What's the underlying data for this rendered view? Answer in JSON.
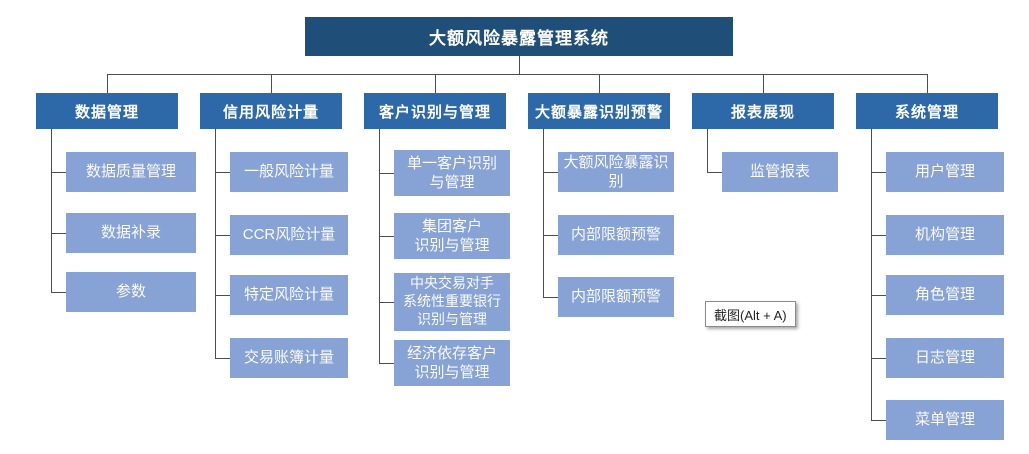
{
  "root": {
    "label": "大额风险暴露管理系统"
  },
  "columns": [
    {
      "header": "数据管理",
      "children": [
        {
          "label": "数据质量管理"
        },
        {
          "label": "数据补录"
        },
        {
          "label": "参数"
        }
      ]
    },
    {
      "header": "信用风险计量",
      "children": [
        {
          "label": "一般风险计量"
        },
        {
          "label": "CCR风险计量"
        },
        {
          "label": "特定风险计量"
        },
        {
          "label": "交易账簿计量"
        }
      ]
    },
    {
      "header": "客户识别与管理",
      "children": [
        {
          "label": "单一客户识别\n与管理"
        },
        {
          "label": "集团客户\n识别与管理"
        },
        {
          "label": "中央交易对手\n系统性重要银行\n识别与管理"
        },
        {
          "label": "经济依存客户\n识别与管理"
        }
      ]
    },
    {
      "header": "大额暴露识别预警",
      "children": [
        {
          "label": "大额风险暴露识别"
        },
        {
          "label": "内部限额预警"
        },
        {
          "label": "内部限额预警"
        }
      ]
    },
    {
      "header": "报表展现",
      "children": [
        {
          "label": "监管报表"
        }
      ]
    },
    {
      "header": "系统管理",
      "children": [
        {
          "label": "用户管理"
        },
        {
          "label": "机构管理"
        },
        {
          "label": "角色管理"
        },
        {
          "label": "日志管理"
        },
        {
          "label": "菜单管理"
        }
      ]
    }
  ],
  "tooltip": {
    "label": "截图(Alt + A)"
  },
  "colors": {
    "root_bg": "#1F4E79",
    "header_bg": "#2D68A8",
    "child_bg": "#87A2D4",
    "line": "#4d4d4d"
  }
}
